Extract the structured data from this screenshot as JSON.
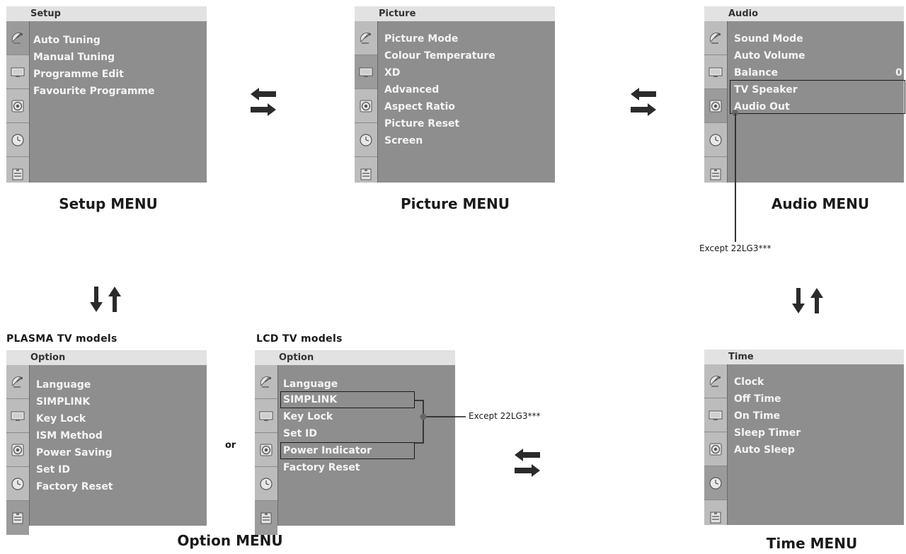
{
  "setup_menu": {
    "header": "Setup",
    "items": [
      "Auto Tuning",
      "Manual Tuning",
      "Programme Edit",
      "Favourite Programme"
    ],
    "caption": "Setup MENU"
  },
  "picture_menu": {
    "header": "Picture",
    "items": [
      "Picture Mode",
      "Colour Temperature",
      "XD",
      "Advanced",
      "Aspect Ratio",
      "Picture Reset",
      "Screen"
    ],
    "caption": "Picture MENU"
  },
  "audio_menu": {
    "header": "Audio",
    "items": [
      "Sound Mode",
      "Auto Volume",
      "Balance",
      "TV Speaker",
      "Audio Out"
    ],
    "balance_value": "0",
    "caption": "Audio MENU",
    "note": "Except 22LG3***"
  },
  "option_plasma": {
    "section_label": "PLASMA TV models",
    "header": "Option",
    "items": [
      "Language",
      "SIMPLINK",
      "Key Lock",
      "ISM Method",
      "Power Saving",
      "Set ID",
      "Factory Reset"
    ]
  },
  "option_lcd": {
    "section_label": "LCD TV models",
    "header": "Option",
    "items": [
      "Language",
      "SIMPLINK",
      "Key Lock",
      "Set ID",
      "Power Indicator",
      "Factory Reset"
    ],
    "note": "Except 22LG3***"
  },
  "or_label": "or",
  "option_caption": "Option MENU",
  "time_menu": {
    "header": "Time",
    "items": [
      "Clock",
      "Off Time",
      "On Time",
      "Sleep Timer",
      "Auto Sleep"
    ],
    "caption": "Time MENU"
  },
  "icons": [
    "satellite-dish-icon",
    "tv-screen-icon",
    "speaker-icon",
    "clock-icon",
    "lock-icon"
  ],
  "colors": {
    "menu_bg": "#8e8e8e",
    "header_bg": "#e2e2e2",
    "icon_col_bg": "#bcbcbc",
    "arrow": "#2b2b2b"
  }
}
